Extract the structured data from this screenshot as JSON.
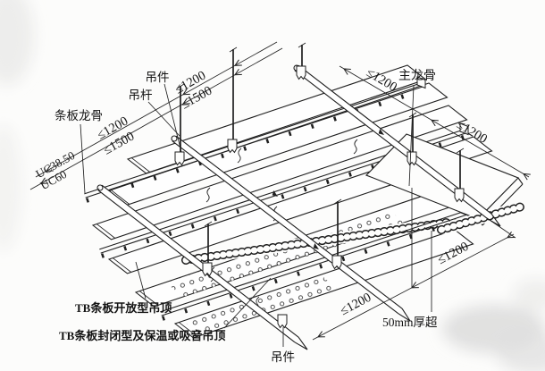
{
  "figure": {
    "type": "axonometric construction detail of suspended strip-panel ceiling",
    "colors": {
      "ink": "#1f1f1f",
      "paper": "#fcfcfb",
      "smudge": "#d9d9d9"
    }
  },
  "labels": {
    "hanger_clip_top": "吊件",
    "hanger_rod": "吊杆",
    "panel_keel": "条板龙骨",
    "uc_profile_1": "UC38.50",
    "uc_profile_2": "UC60",
    "main_keel": "主龙骨",
    "tb_open": "TB条板开放型吊顶",
    "tb_closed": "TB条板封闭型及保温或吸音吊顶",
    "hanger_clip_bottom": "吊件",
    "insulation_thickness": "50mm厚超"
  },
  "dims": {
    "tl_bay1_a": "≤1200",
    "tl_bay1_b": "≤1500",
    "tl_bay2_a": "≤1200",
    "tl_bay2_b": "≤1500",
    "tr_bay1": "≤1200",
    "tr_bay2": "≤1200",
    "br_bay1": "≤1200",
    "br_bay2": "≤1200"
  }
}
